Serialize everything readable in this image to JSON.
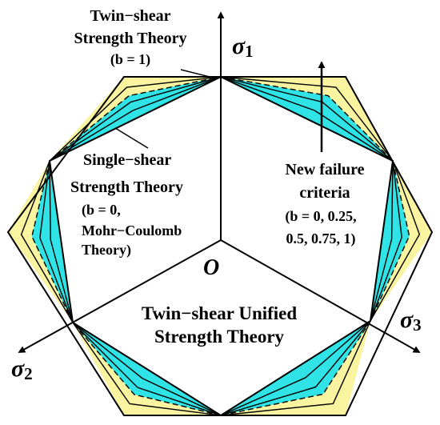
{
  "colors": {
    "outer_fill": "#faf3a0",
    "inner_fill": "#2fe3e6",
    "background": "#ffffff",
    "line": "#000000"
  },
  "axes": {
    "sigma1": {
      "symbol": "σ",
      "subscript": "1"
    },
    "sigma2": {
      "symbol": "σ",
      "subscript": "2"
    },
    "sigma3": {
      "symbol": "σ",
      "subscript": "3"
    },
    "origin": "O"
  },
  "labels": {
    "twin_shear": [
      "Twin−shear",
      "Strength Theory",
      "(b = 1)"
    ],
    "single_shear": [
      "Single−shear",
      "Strength Theory",
      "(b = 0,",
      "Mohr−Coulomb",
      "Theory)"
    ],
    "new_failure": [
      "New failure",
      "criteria",
      "(b = 0, 0.25,",
      "0.5, 0.75, 1)"
    ],
    "unified": [
      "Twin−shear Unified",
      "Strength Theory"
    ]
  }
}
